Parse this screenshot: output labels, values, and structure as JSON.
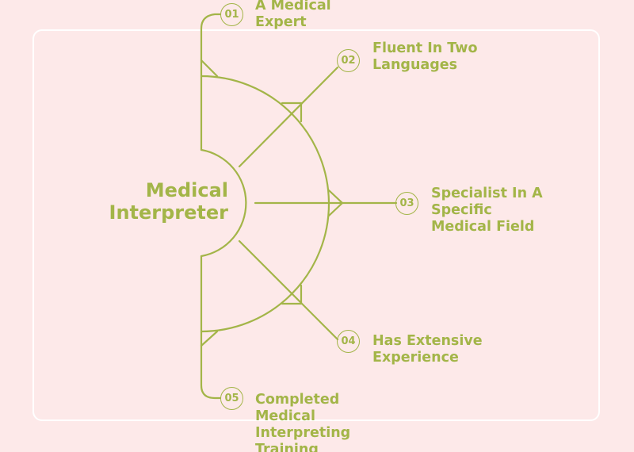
{
  "diagram": {
    "center_title": "Medical\nInterpreter",
    "accent_color": "#a3b548",
    "background_color": "#fde9e9",
    "items": [
      {
        "number": "01",
        "label": "A Medical Expert"
      },
      {
        "number": "02",
        "label": "Fluent In Two Languages"
      },
      {
        "number": "03",
        "label": "Specialist In A Specific Medical Field"
      },
      {
        "number": "04",
        "label": "Has Extensive Experience"
      },
      {
        "number": "05",
        "label": "Completed Medical Interpreting Training"
      }
    ]
  }
}
